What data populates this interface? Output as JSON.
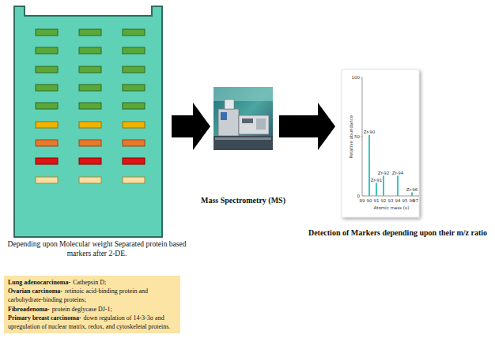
{
  "diagram": {
    "nodes": [
      {
        "text": [
          "Depending upon Molecular weight Separated protein based markers after 2-DE."
        ]
      },
      {
        "text": [
          "Mass Spectrometry (MS)"
        ]
      },
      {
        "text": [
          "Detection of Markers depending upon their m/z ratio"
        ]
      },
      {
        "text": [
          "Lung adenocarcinoma-",
          "Cathepsin D;",
          "Ovarian carcinoma-",
          "retinoic acid-binding protein and carbohydrate-binding proteins;",
          "Fibroadenoma-",
          "protein deglycase DJ-1;",
          "Primary breast carcinoma-",
          "down regulation of 14-3-3σ and upregulation of nuclear matrix, redox, and cytoskeletal proteins."
        ]
      }
    ],
    "edges": [
      {
        "from": 0,
        "to": 1,
        "arrow": "to"
      },
      {
        "from": 1,
        "to": 2,
        "arrow": "to"
      }
    ],
    "labels": [
      "Relative abundance",
      "Atomic mass (u)",
      "Zr-90",
      "Zr-91",
      "Zr-92",
      "Zr-94",
      "Zr-96",
      "100",
      "50",
      "0",
      "89",
      "90",
      "91",
      "92",
      "93",
      "94",
      "95",
      "96",
      "97"
    ]
  }
}
